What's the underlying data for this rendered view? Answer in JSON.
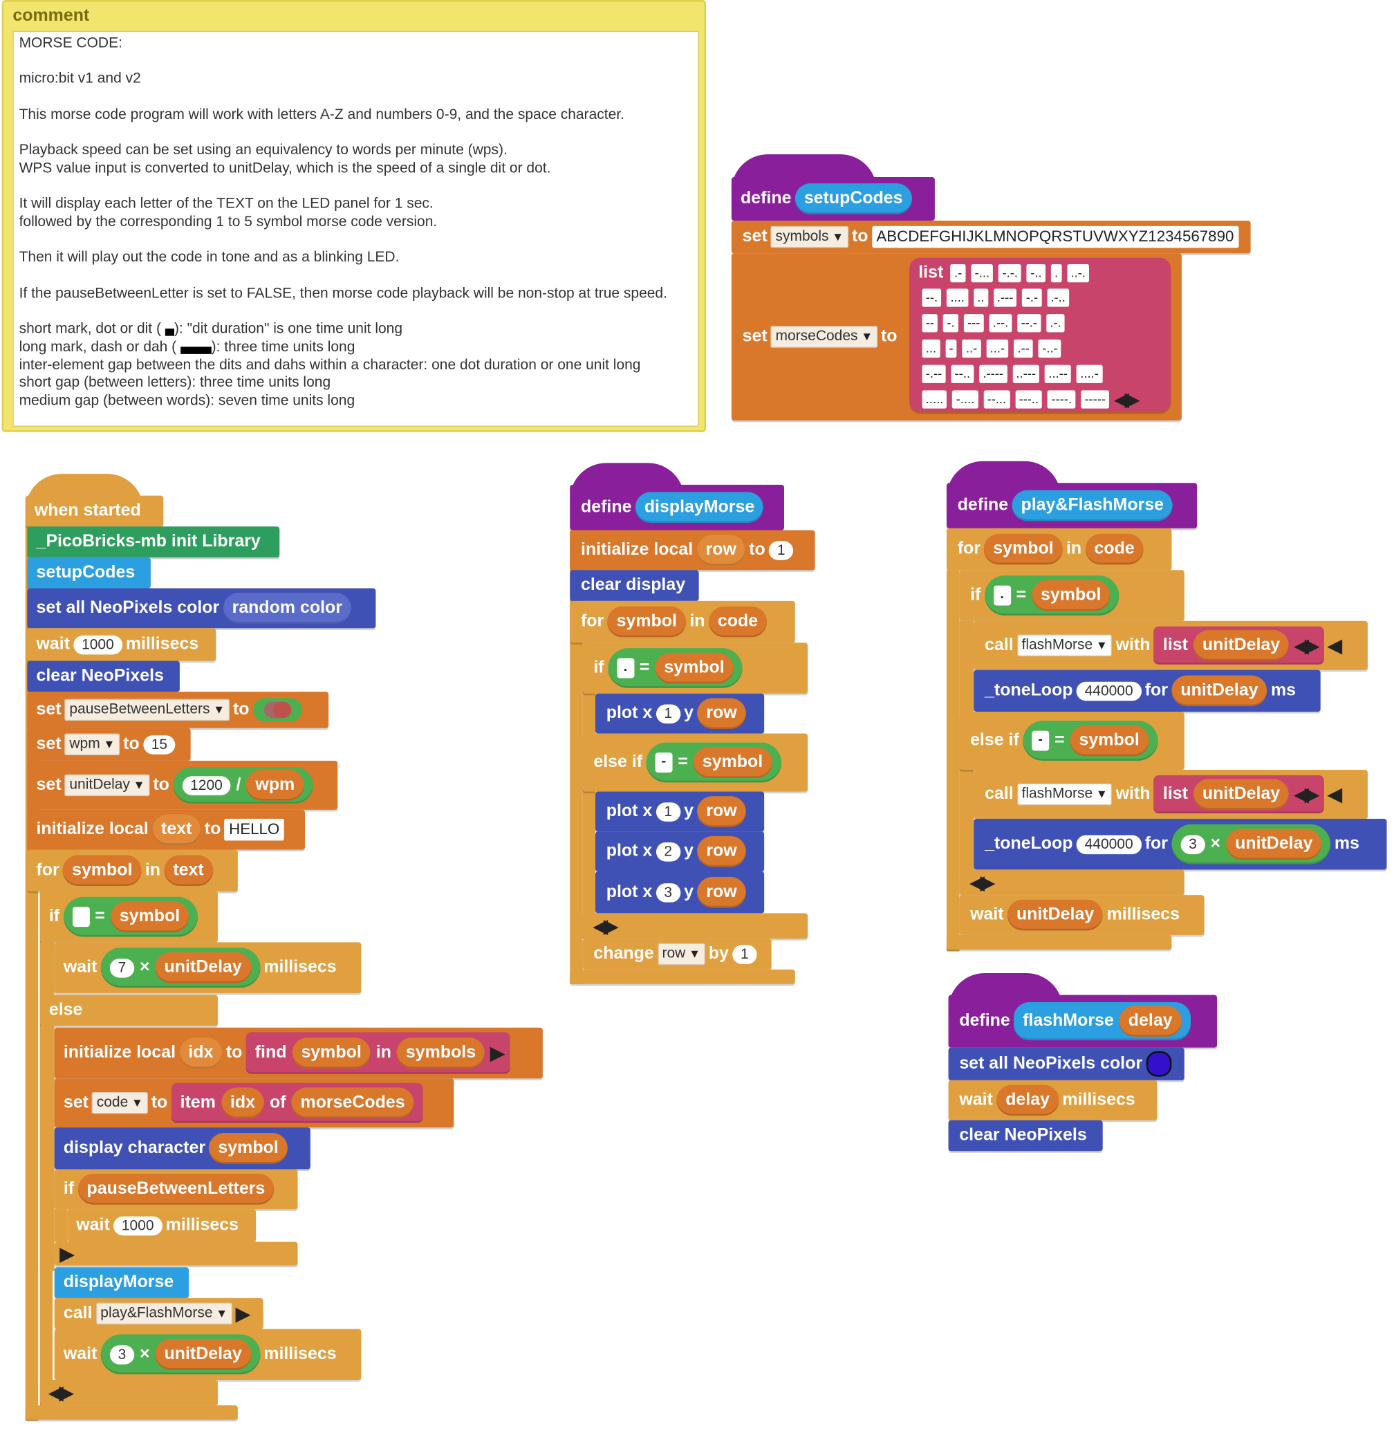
{
  "comment": {
    "title": "comment",
    "lines": [
      "MORSE CODE:",
      "",
      "micro:bit v1 and v2",
      "",
      "This morse code program will work with letters A-Z and numbers 0-9, and the space character.",
      "",
      "Playback speed can be set using an equivalency to words per minute (wps).",
      "WPS value input is converted to unitDelay, which is the speed of a single dit or dot.",
      "",
      "It will display each letter of the TEXT on the LED panel for 1 sec.",
      "followed by the corresponding 1 to 5 symbol morse code version.",
      "",
      "Then it will play out the code in tone and as a blinking LED.",
      "",
      "If the pauseBetweenLetter is set to FALSE, then morse code playback will be non-stop at true speed.",
      ""
    ],
    "dit_line_a": "short mark, dot or dit (",
    "dit_line_b": "): \"dit duration\" is one time unit long",
    "dah_line_a": "long mark, dash or dah (",
    "dah_line_b": "): three time units long",
    "tail_lines": [
      "inter-element gap between the dits and dahs within a character: one dot duration or one unit long",
      "short gap (between letters): three time units long",
      "medium gap (between words): seven time units long"
    ]
  },
  "setup": {
    "define": "define",
    "name": "setupCodes",
    "set": "set",
    "to": "to",
    "var_symbols": "symbols",
    "symbols_value": "ABCDEFGHIJKLMNOPQRSTUVWXYZ1234567890",
    "var_morse": "morseCodes",
    "list": "list",
    "codes": [
      ".-",
      "-...",
      "-.-.",
      "-..",
      ".",
      "..-.",
      "--.",
      "....",
      "..",
      ".---",
      "-.-",
      ".-..",
      "--",
      "-.",
      "---",
      ".--.",
      "--.-",
      ".-.",
      "...",
      "-",
      "..-",
      "...-",
      ".--",
      "-..-",
      "-.--",
      "--..",
      ".----",
      "..---",
      "...--",
      "....-",
      ".....",
      "-....",
      "--...",
      "---..",
      "----.",
      "-----"
    ]
  },
  "main": {
    "when_started": "when started",
    "init_lib": "_PicoBricks-mb init Library",
    "setup_codes": "setupCodes",
    "set_all_neo": "set all NeoPixels color",
    "random_color": "random color",
    "wait": "wait",
    "ms1000": "1000",
    "millisecs": "millisecs",
    "clear_neo": "clear NeoPixels",
    "set": "set",
    "to": "to",
    "var_pause": "pauseBetweenLetters",
    "var_wpm": "wpm",
    "wpm_value": "15",
    "var_unit": "unitDelay",
    "n1200": "1200",
    "div": "/",
    "wpm": "wpm",
    "init_local": "initialize local",
    "text": "text",
    "hello": "HELLO",
    "for": "for",
    "symbol": "symbol",
    "in": "in",
    "if": "if",
    "eq": "=",
    "seven": "7",
    "times": "×",
    "unitDelay": "unitDelay",
    "else": "else",
    "idx": "idx",
    "find": "find",
    "symbols": "symbols",
    "var_code": "code",
    "item": "item",
    "of": "of",
    "morseCodes": "morseCodes",
    "display_char": "display character",
    "pauseBetweenLetters": "pauseBetweenLetters",
    "display_morse": "displayMorse",
    "call": "call",
    "play_flash": "play&FlashMorse",
    "three": "3"
  },
  "dm": {
    "define": "define",
    "name": "displayMorse",
    "init_local": "initialize local",
    "row": "row",
    "to": "to",
    "one": "1",
    "clear": "clear display",
    "for": "for",
    "symbol": "symbol",
    "in": "in",
    "code": "code",
    "if": "if",
    "eq": "=",
    "dot": ".",
    "dash": "-",
    "plot": "plot x",
    "y": "y",
    "two": "2",
    "three": "3",
    "else_if": "else if",
    "change": "change",
    "by": "by"
  },
  "pf": {
    "define": "define",
    "name": "play&FlashMorse",
    "for": "for",
    "symbol": "symbol",
    "in": "in",
    "code": "code",
    "if": "if",
    "eq": "=",
    "dot": ".",
    "dash": "-",
    "call": "call",
    "flash": "flashMorse",
    "with": "with",
    "list": "list",
    "unitDelay": "unitDelay",
    "tone": "_toneLoop",
    "freq": "440000",
    "for2": "for",
    "ms": "ms",
    "else_if": "else if",
    "three": "3",
    "times": "×",
    "wait": "wait",
    "millisecs": "millisecs"
  },
  "fm": {
    "define": "define",
    "name": "flashMorse",
    "param": "delay",
    "set_all": "set all NeoPixels color",
    "wait": "wait",
    "delay": "delay",
    "millisecs": "millisecs",
    "clear": "clear NeoPixels"
  },
  "colors": {
    "orange": "#d9772b",
    "light_orange": "#e0a040",
    "blue": "#2b9fe0",
    "purple": "#8a1f9c",
    "navy": "#3f51b5",
    "green": "#2e9e5e",
    "pink": "#c9446a",
    "comment": "#f2e56e",
    "neo_color": "#3311cc"
  }
}
